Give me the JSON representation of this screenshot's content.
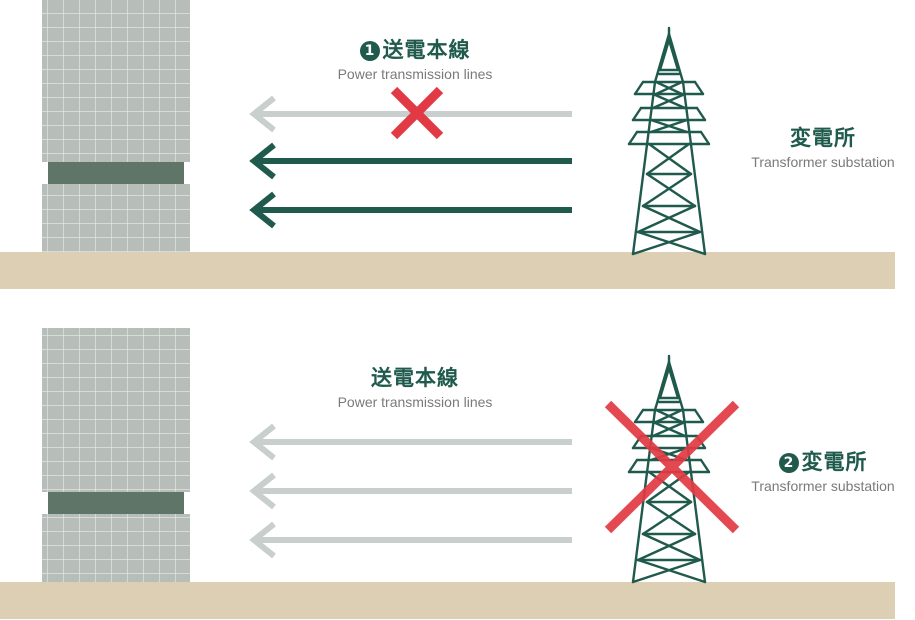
{
  "colors": {
    "accent": "#1f5a4c",
    "inactive": "#c9cfcc",
    "cross": "#e23a44",
    "ground": "#dccfb4",
    "building": "#b7beb9",
    "building_band": "#5e7568"
  },
  "panels": [
    {
      "lines_label": {
        "number": "1",
        "ja": "送電本線",
        "en": "Power transmission lines"
      },
      "substation_label": {
        "number": "",
        "ja": "変電所",
        "en": "Transformer substation"
      },
      "lines": [
        {
          "state": "failed",
          "crossed": true
        },
        {
          "state": "active",
          "crossed": false
        },
        {
          "state": "active",
          "crossed": false
        }
      ],
      "substation_crossed": false
    },
    {
      "lines_label": {
        "number": "",
        "ja": "送電本線",
        "en": "Power transmission lines"
      },
      "substation_label": {
        "number": "2",
        "ja": "変電所",
        "en": "Transformer substation"
      },
      "lines": [
        {
          "state": "inactive",
          "crossed": false
        },
        {
          "state": "inactive",
          "crossed": false
        },
        {
          "state": "inactive",
          "crossed": false
        }
      ],
      "substation_crossed": true
    }
  ]
}
